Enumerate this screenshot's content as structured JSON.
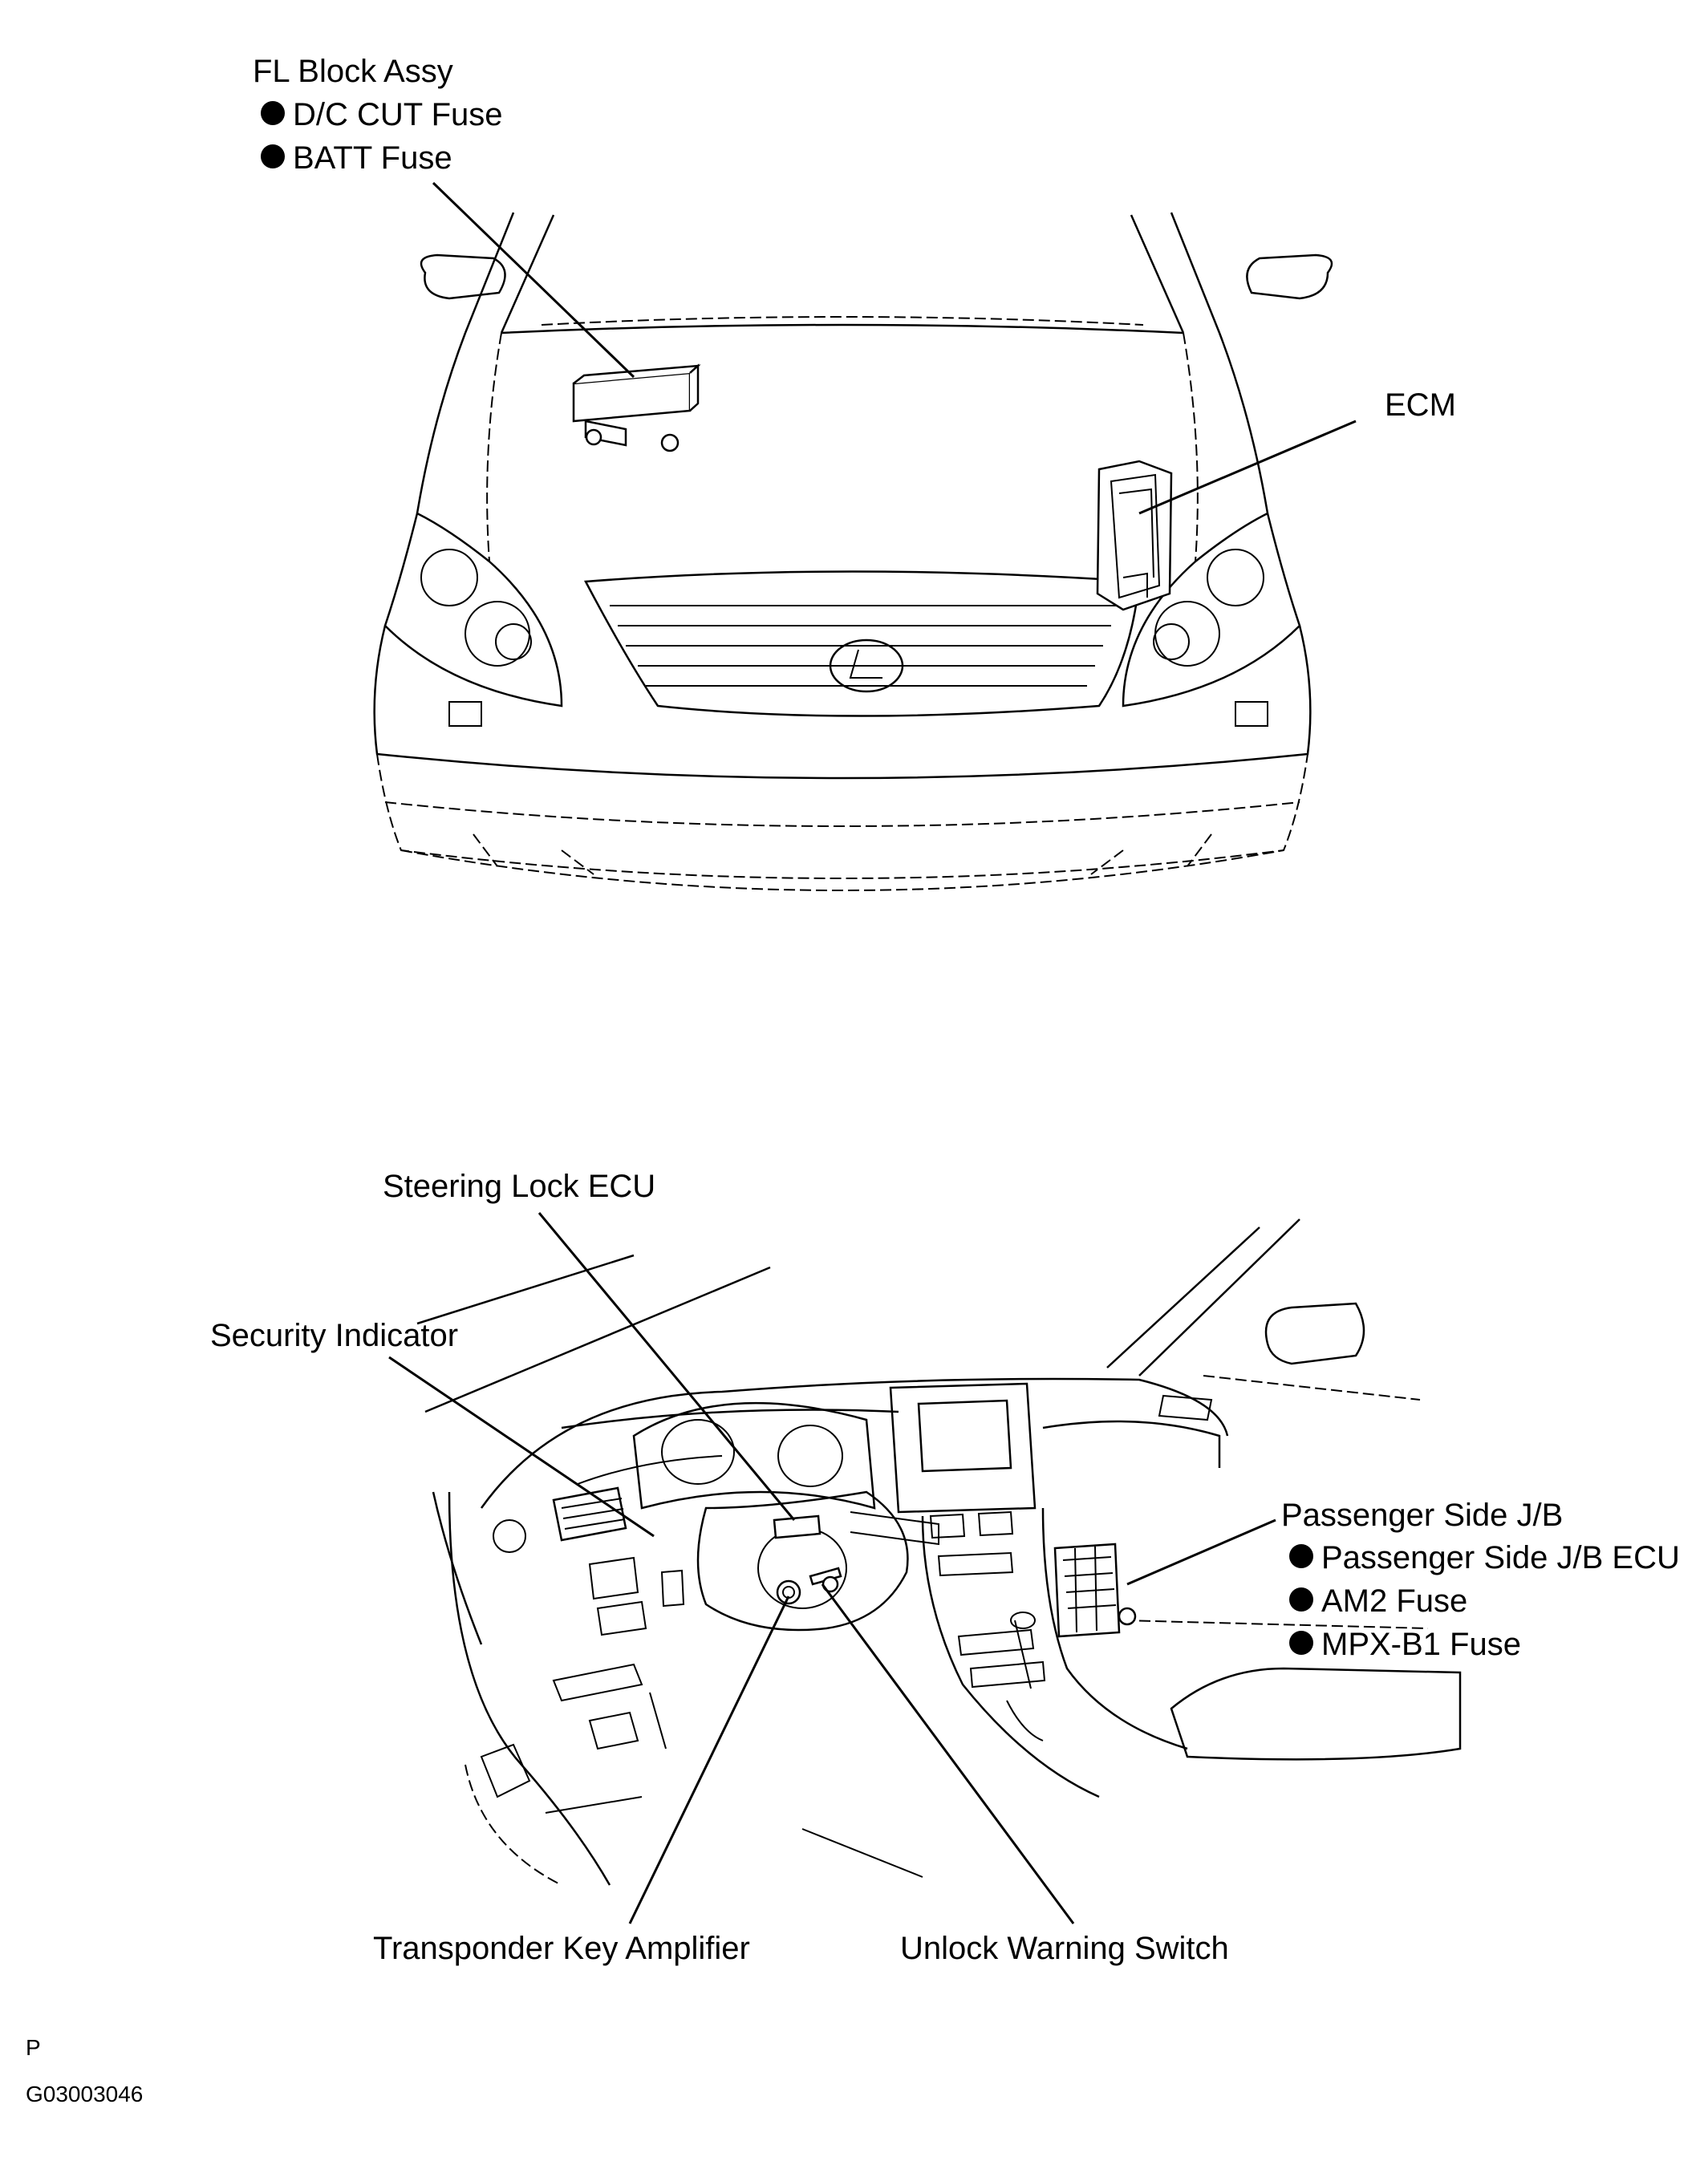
{
  "front_view": {
    "fl_block": {
      "title": "FL Block Assy",
      "items": [
        "D/C CUT Fuse",
        "BATT Fuse"
      ]
    },
    "ecm": "ECM"
  },
  "interior_view": {
    "steering_lock_ecu": "Steering Lock ECU",
    "security_indicator": "Security Indicator",
    "passenger_jb": {
      "title": "Passenger Side J/B",
      "items": [
        "Passenger Side J/B ECU",
        "AM2 Fuse",
        "MPX-B1 Fuse"
      ]
    },
    "transponder_key_amplifier": "Transponder Key Amplifier",
    "unlock_warning_switch": "Unlock Warning Switch"
  },
  "footer": {
    "letter": "P",
    "code": "G03003046"
  },
  "bullet_icon": "filled-circle-bullet"
}
